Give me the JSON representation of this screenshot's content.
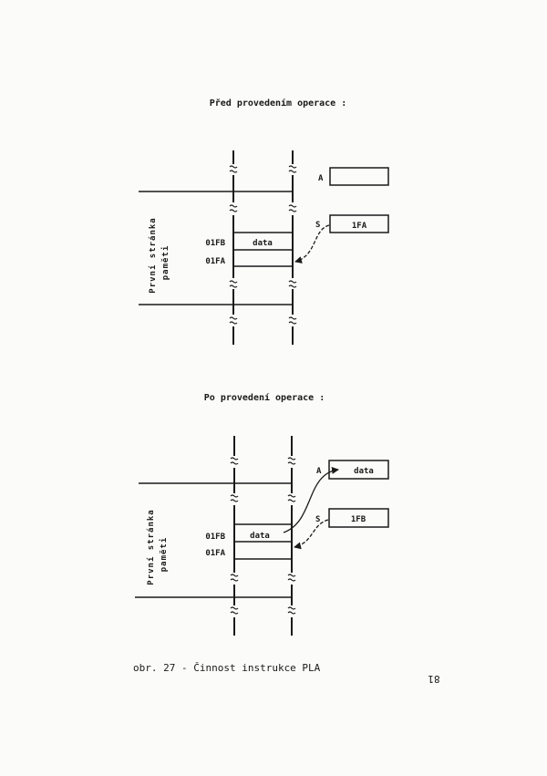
{
  "before": {
    "title": "Před provedením operace :",
    "reg_a_label": "A",
    "reg_a_value": "",
    "reg_s_label": "S",
    "reg_s_value": "1FA",
    "addr_1": "01FB",
    "addr_2": "01FA",
    "cell_value": "data",
    "side_line1": "První stránka",
    "side_line2": "paměti"
  },
  "after": {
    "title": "Po provedení operace :",
    "reg_a_label": "A",
    "reg_a_value": "data",
    "reg_s_label": "S",
    "reg_s_value": "1FB",
    "addr_1": "01FB",
    "addr_2": "01FA",
    "cell_value": "data",
    "side_line1": "První stránka",
    "side_line2": "paměti"
  },
  "caption": "obr. 27 - Činnost instrukce PLA",
  "page_number": "81"
}
